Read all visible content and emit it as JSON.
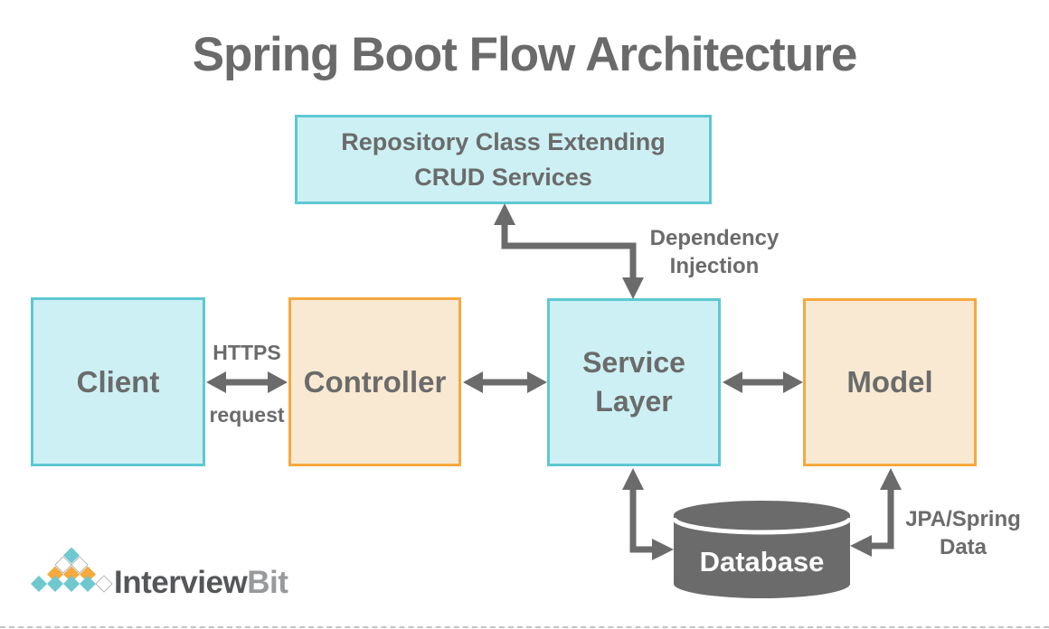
{
  "title": "Spring Boot Flow Architecture",
  "nodes": {
    "repository": {
      "line1": "Repository Class Extending",
      "line2": "CRUD Services"
    },
    "client": {
      "label": "Client"
    },
    "controller": {
      "label": "Controller"
    },
    "service": {
      "line1": "Service",
      "line2": "Layer"
    },
    "model": {
      "label": "Model"
    },
    "database": {
      "label": "Database"
    }
  },
  "edge_labels": {
    "https": {
      "line1": "HTTPS",
      "line2": "request"
    },
    "dependency_injection": {
      "line1": "Dependency",
      "line2": "Injection"
    },
    "jpa_spring": {
      "line1": "JPA/Spring",
      "line2": "Data"
    }
  },
  "logo": {
    "word_primary": "Interview",
    "word_secondary": "Bit"
  },
  "icons": {
    "logo_mark": "diamond-pyramid-logo",
    "database": "database-cylinder-icon"
  },
  "colors": {
    "cyan_fill": "#cdf0f4",
    "cyan_border": "#5ec8d3",
    "orange_fill": "#f9e9d2",
    "orange_border": "#f5a93f",
    "arrow_gray": "#6b6b6b",
    "title_gray": "#6a6a6a",
    "database_gray": "#6b6b6b",
    "logo_teal": "#6fc8ce",
    "logo_orange": "#f5a93f",
    "logo_text_primary": "#55565a",
    "logo_text_secondary": "#97999c"
  }
}
